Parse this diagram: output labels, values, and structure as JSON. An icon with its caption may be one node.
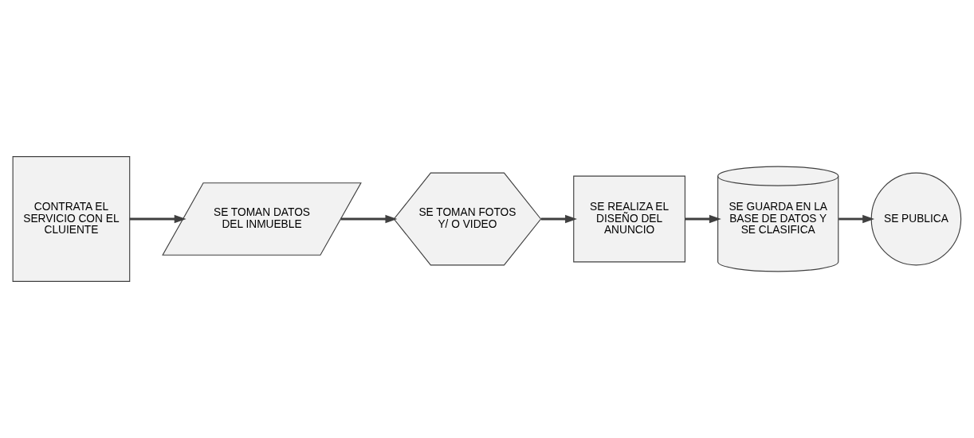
{
  "diagram": {
    "nodes": [
      {
        "text": [
          "CONTRATA EL SERVICIO CON EL CLUIENTE"
        ]
      },
      {
        "text": [
          "SE TOMAN DATOS DEL INMUEBLE"
        ]
      },
      {
        "text": [
          "SE TOMAN FOTOS Y/ O VIDEO"
        ]
      },
      {
        "text": [
          "SE REALIZA EL DISEÑO DEL ANUNCIO"
        ]
      },
      {
        "text": [
          "SE GUARDA EN LA BASE DE DATOS Y SE CLASIFICA"
        ]
      },
      {
        "text": [
          "SE PUBLICA"
        ]
      }
    ],
    "edges": [
      {
        "from": 0,
        "to": 1,
        "arrow": "to"
      },
      {
        "from": 1,
        "to": 2,
        "arrow": "to"
      },
      {
        "from": 2,
        "to": 3,
        "arrow": "to"
      },
      {
        "from": 3,
        "to": 4,
        "arrow": "to"
      },
      {
        "from": 4,
        "to": 5,
        "arrow": "to"
      }
    ]
  }
}
